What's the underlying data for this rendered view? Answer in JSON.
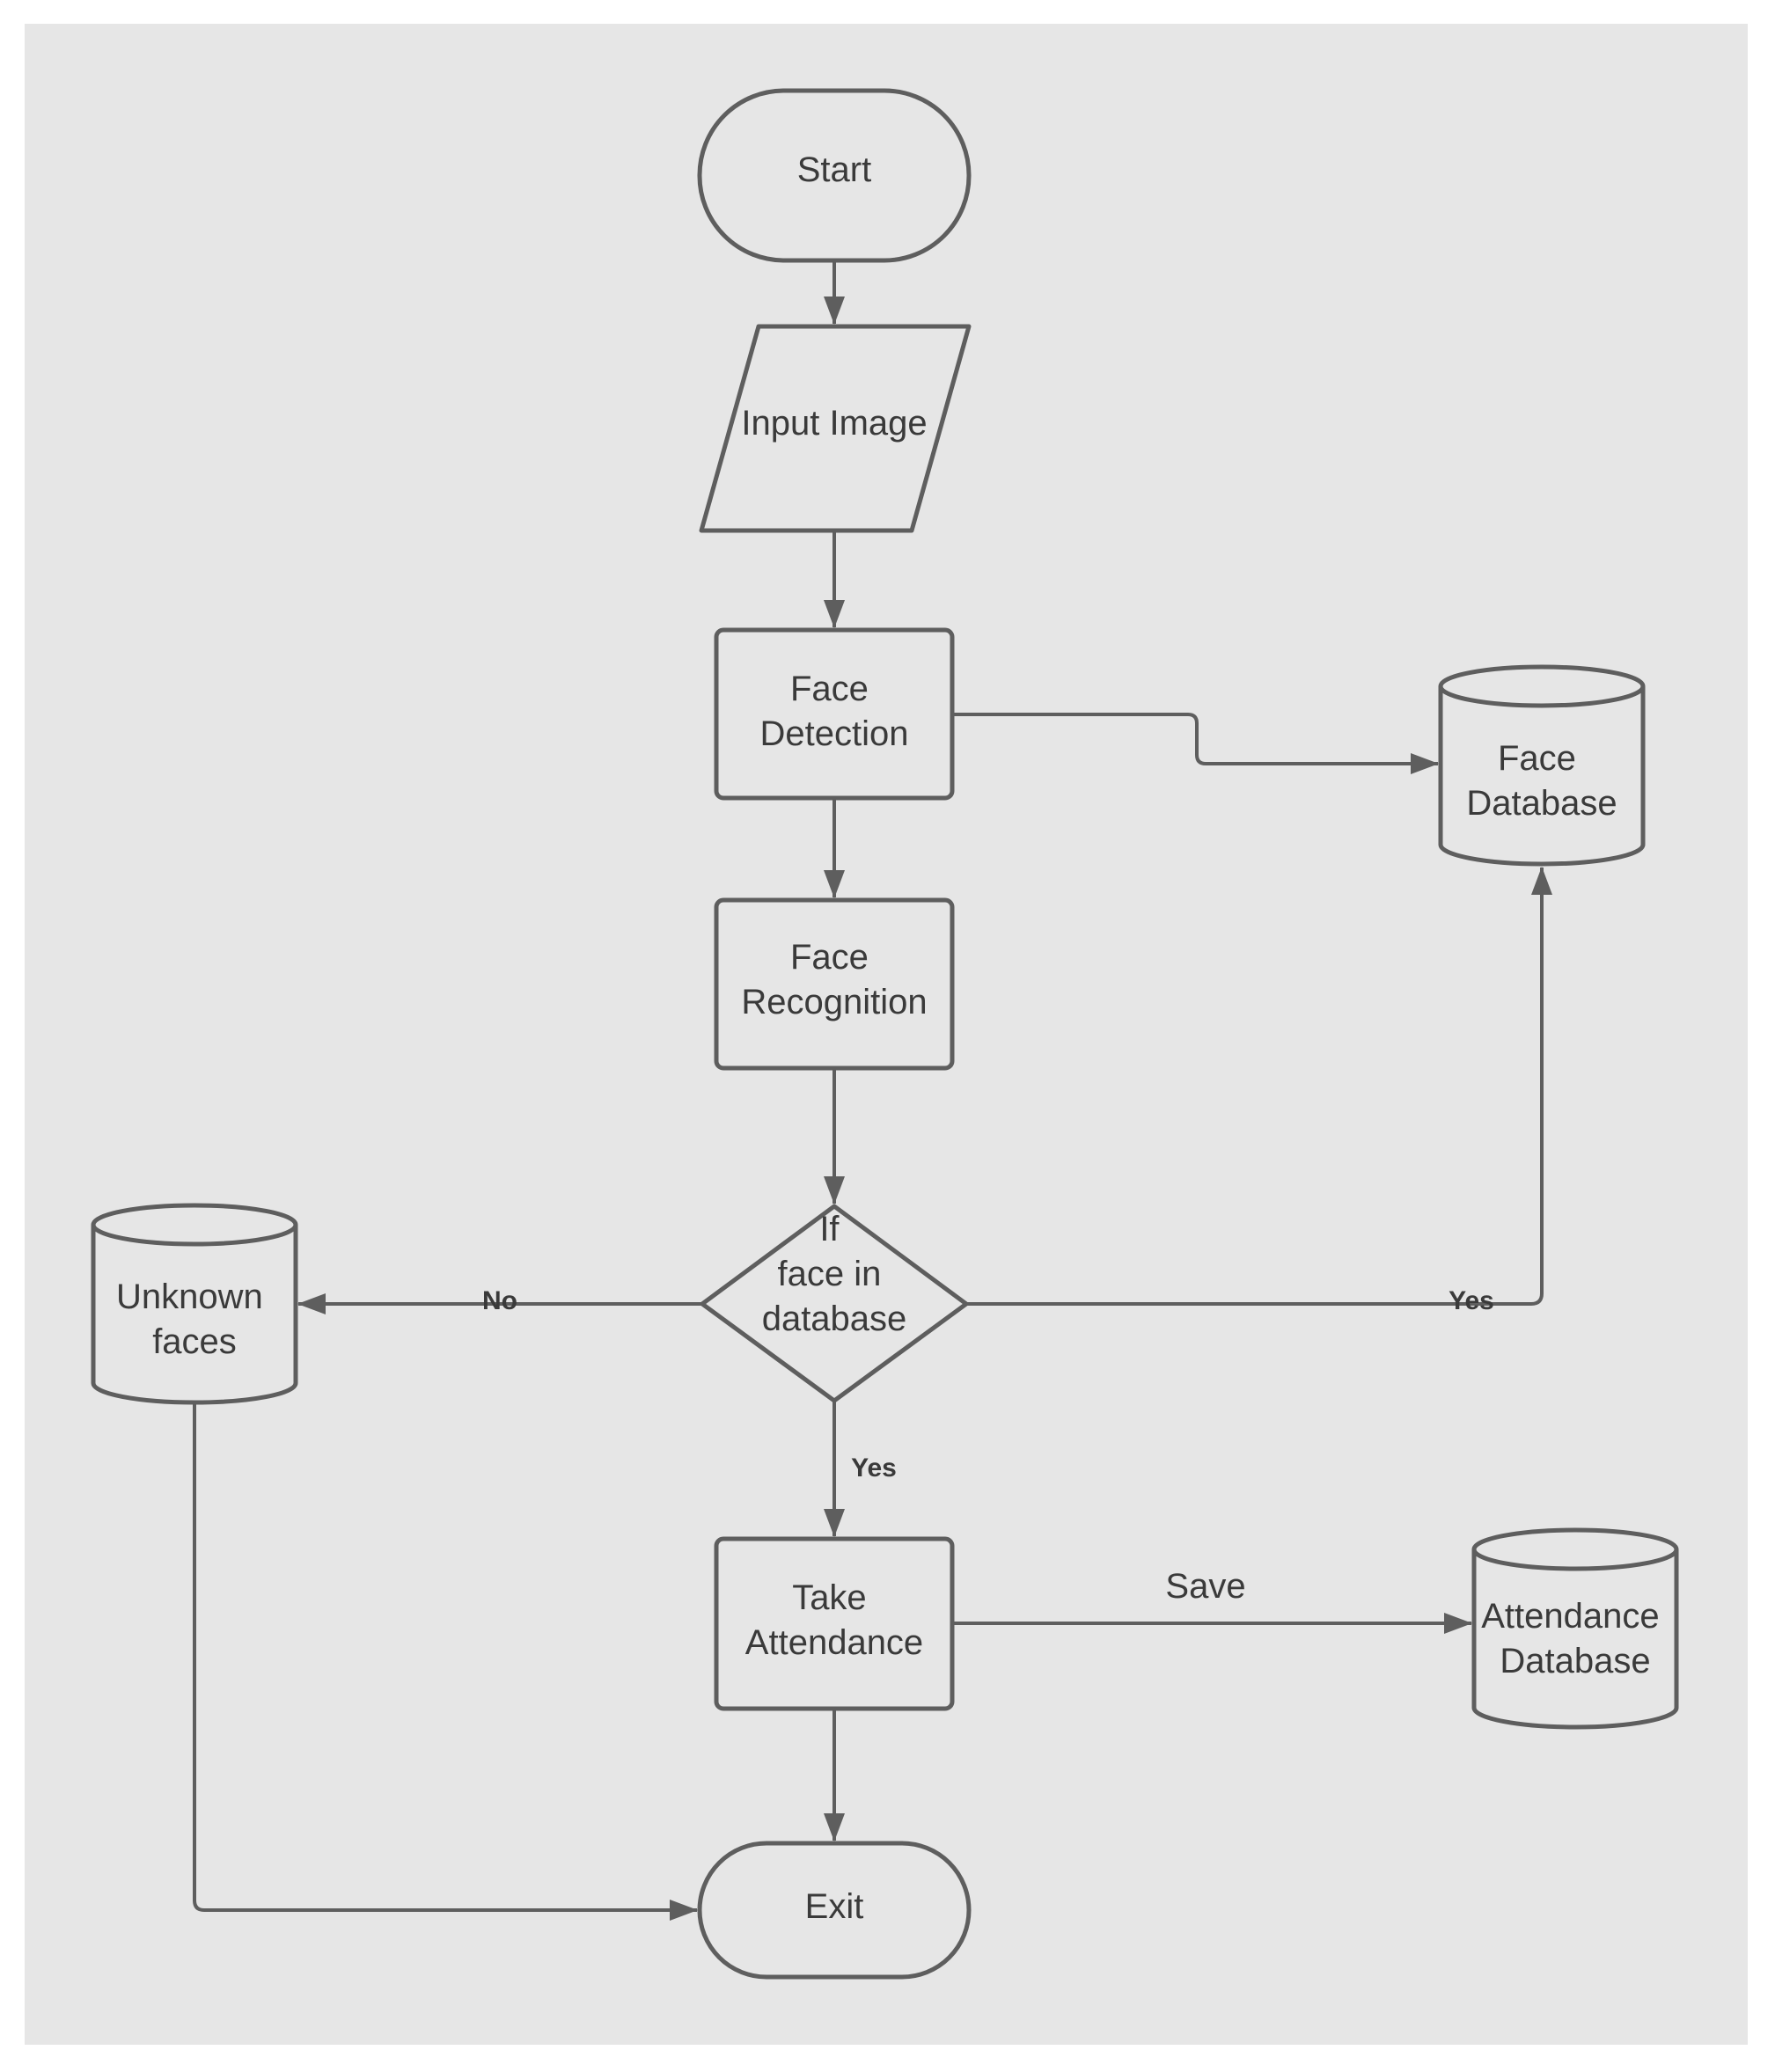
{
  "nodes": {
    "start": [
      "Start"
    ],
    "input_image": [
      "Input Image"
    ],
    "face_detection": [
      "Face",
      "Detection"
    ],
    "face_recognition": [
      "Face",
      "Recognition"
    ],
    "decision": [
      "If",
      "face in",
      "database"
    ],
    "face_database": [
      "Face",
      "Database"
    ],
    "unknown_faces": [
      "Unknown",
      "faces"
    ],
    "take_attendance": [
      "Take",
      "Attendance"
    ],
    "attendance_database": [
      "Attendance",
      "Database"
    ],
    "exit": [
      "Exit"
    ]
  },
  "edges": {
    "no_label": "No",
    "yes_right_label": "Yes",
    "yes_down_label": "Yes",
    "save_label": "Save"
  },
  "colors": {
    "background": "#e6e6e6",
    "stroke": "#5e5e5e",
    "text": "#3a3a3a"
  }
}
